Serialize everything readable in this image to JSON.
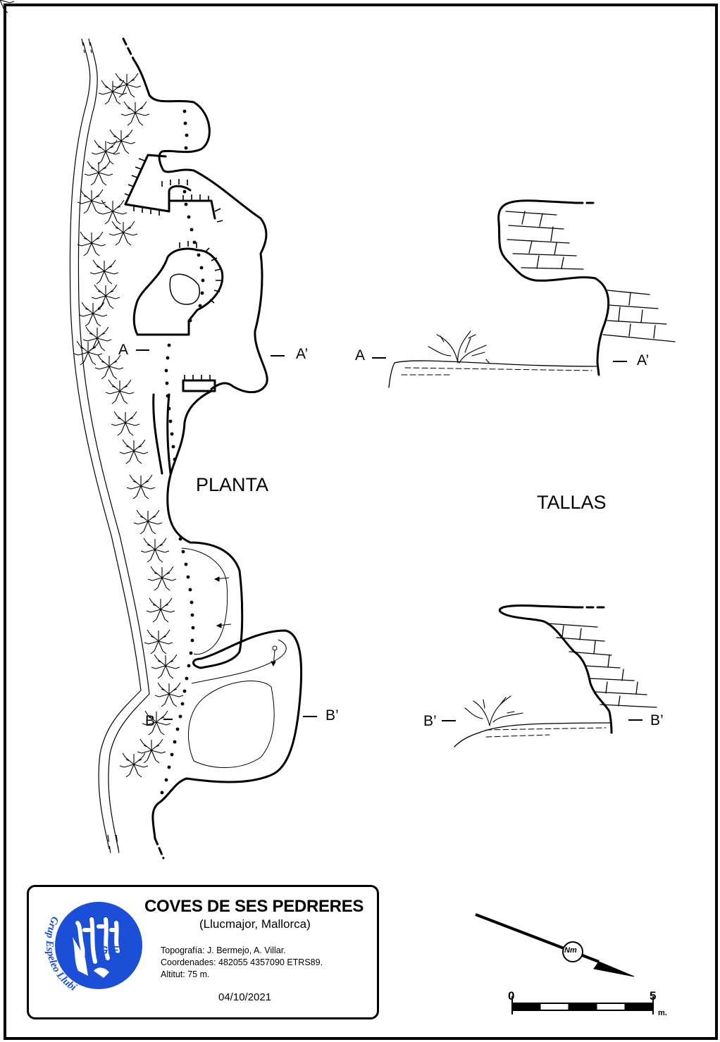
{
  "drawing": {
    "plan_label": "PLANTA",
    "sections_label": "TALLAS",
    "section_marks": {
      "plan_a": "A",
      "plan_a_prime": "A’",
      "plan_b": "B",
      "plan_b_prime": "B’",
      "section_a": "A",
      "section_a_prime": "A’",
      "section_b_prime_left": "B’",
      "section_b_prime_right": "B’"
    }
  },
  "info": {
    "title": "COVES DE SES PEDRERES",
    "location": "(Llucmajor, Mallorca)",
    "topography": "Topografía: J. Bermejo, A. Villar.",
    "coordinates": "Coordenades: 482055 4357090 ETRS89.",
    "altitude": "Altitut: 75 m.",
    "date": "04/10/2021",
    "logo_text": "G.E.LL.",
    "logo_ring_text": "Grup Espeleo Llubí",
    "logo_color": "#1b4fd8"
  },
  "legend": {
    "north_label": "Nm",
    "scale_start": "0",
    "scale_end": "5",
    "scale_unit": "m."
  }
}
